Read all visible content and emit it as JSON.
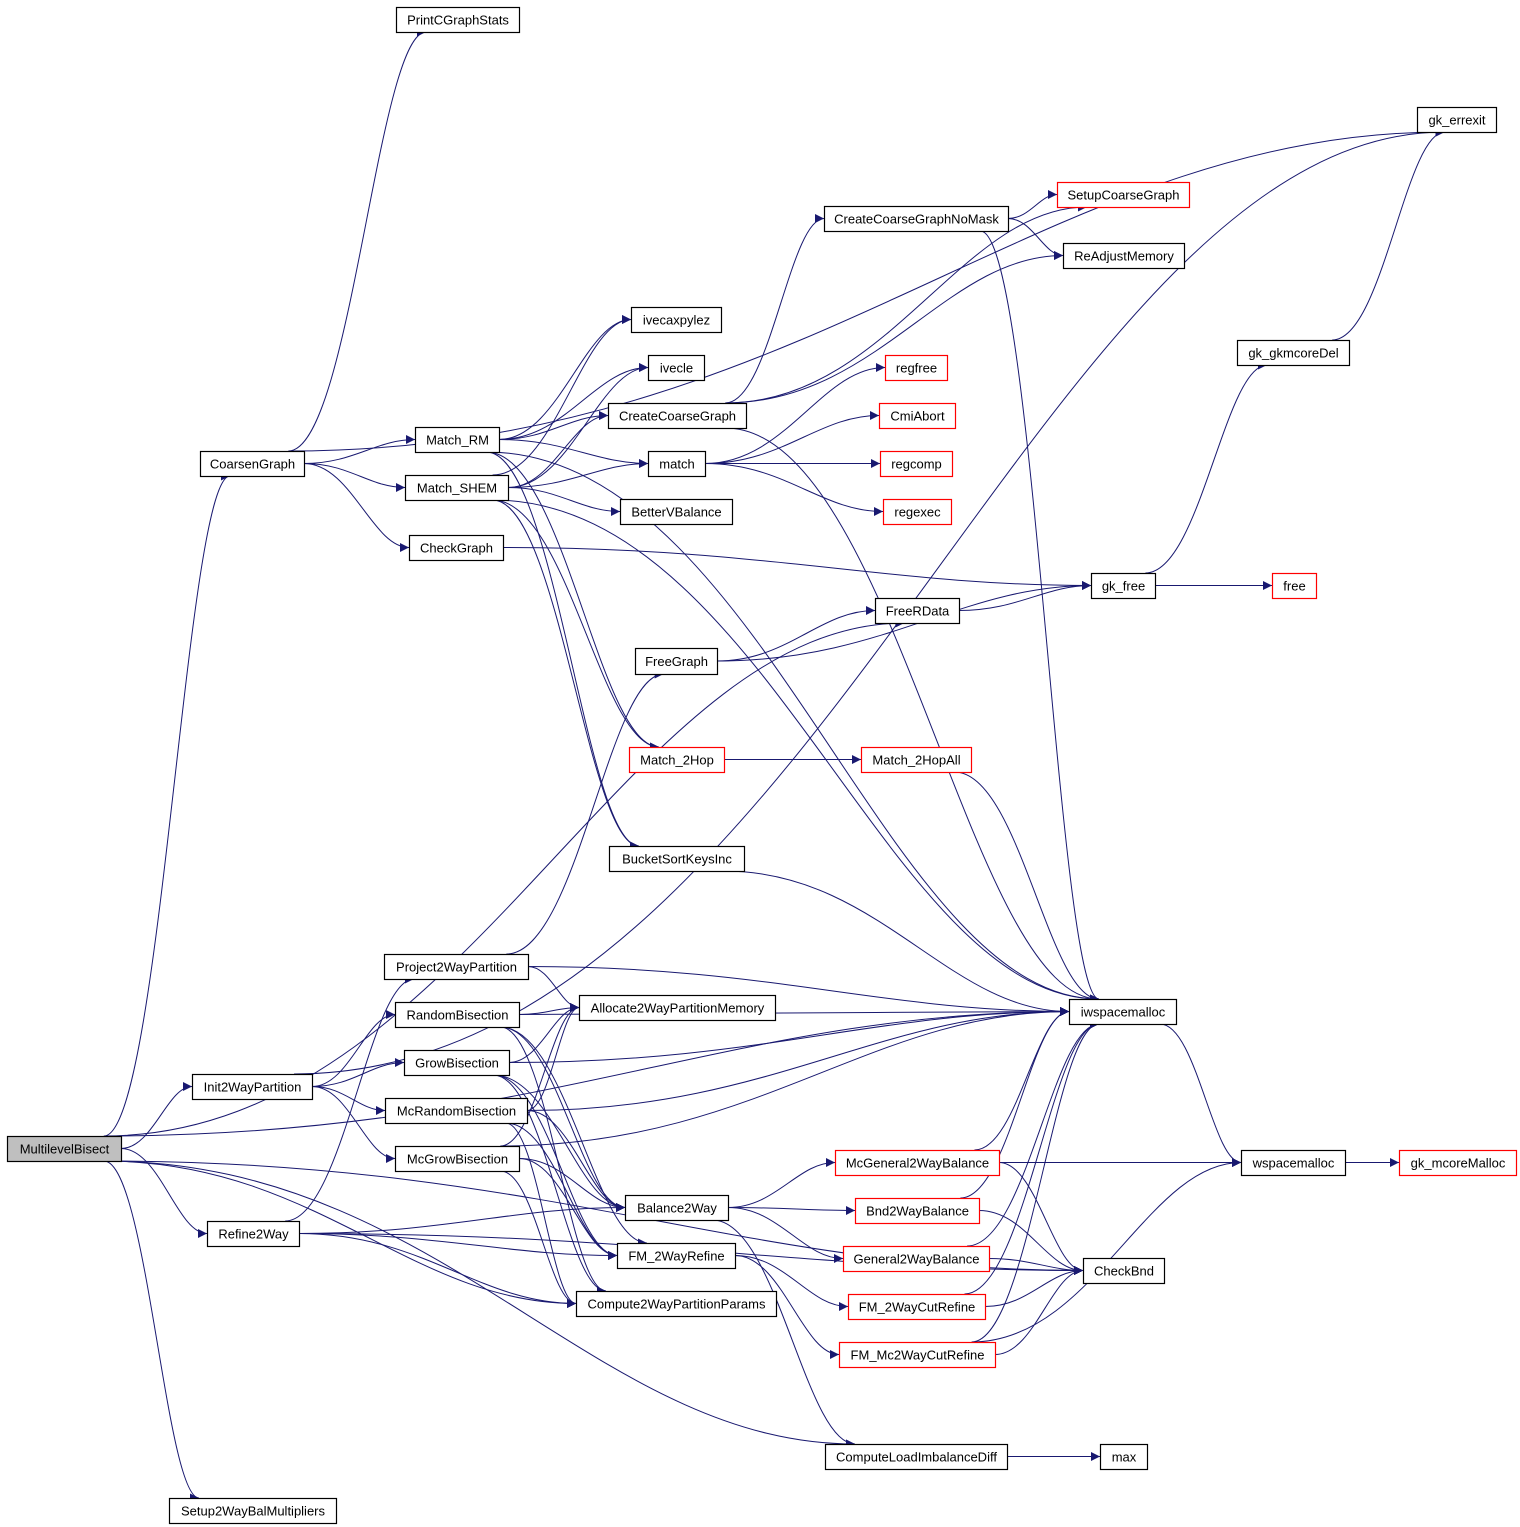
{
  "diagram": {
    "type": "call-graph",
    "root": "MultilevelBisect",
    "colors": {
      "edge": "#191970",
      "node_fill": "#ffffff",
      "node_border": "#000000",
      "root_fill": "#bfbfbf",
      "truncated_border": "#ff0000"
    },
    "nodes": [
      {
        "id": "MultilevelBisect",
        "label": "MultilevelBisect",
        "state": "root"
      },
      {
        "id": "PrintCGraphStats",
        "label": "PrintCGraphStats",
        "state": "normal"
      },
      {
        "id": "gk_errexit",
        "label": "gk_errexit",
        "state": "normal"
      },
      {
        "id": "SetupCoarseGraph",
        "label": "SetupCoarseGraph",
        "state": "truncated"
      },
      {
        "id": "CreateCoarseGraphNoMask",
        "label": "CreateCoarseGraphNoMask",
        "state": "normal"
      },
      {
        "id": "ReAdjustMemory",
        "label": "ReAdjustMemory",
        "state": "normal"
      },
      {
        "id": "ivecaxpylez",
        "label": "ivecaxpylez",
        "state": "normal"
      },
      {
        "id": "ivecle",
        "label": "ivecle",
        "state": "normal"
      },
      {
        "id": "gk_gkmcoreDel",
        "label": "gk_gkmcoreDel",
        "state": "normal"
      },
      {
        "id": "regfree",
        "label": "regfree",
        "state": "truncated"
      },
      {
        "id": "CreateCoarseGraph",
        "label": "CreateCoarseGraph",
        "state": "normal"
      },
      {
        "id": "CmiAbort",
        "label": "CmiAbort",
        "state": "truncated"
      },
      {
        "id": "Match_RM",
        "label": "Match_RM",
        "state": "normal"
      },
      {
        "id": "CoarsenGraph",
        "label": "CoarsenGraph",
        "state": "normal"
      },
      {
        "id": "match",
        "label": "match",
        "state": "normal"
      },
      {
        "id": "regcomp",
        "label": "regcomp",
        "state": "truncated"
      },
      {
        "id": "Match_SHEM",
        "label": "Match_SHEM",
        "state": "normal"
      },
      {
        "id": "BetterVBalance",
        "label": "BetterVBalance",
        "state": "normal"
      },
      {
        "id": "regexec",
        "label": "regexec",
        "state": "truncated"
      },
      {
        "id": "CheckGraph",
        "label": "CheckGraph",
        "state": "normal"
      },
      {
        "id": "gk_free",
        "label": "gk_free",
        "state": "normal"
      },
      {
        "id": "free",
        "label": "free",
        "state": "truncated"
      },
      {
        "id": "FreeRData",
        "label": "FreeRData",
        "state": "normal"
      },
      {
        "id": "FreeGraph",
        "label": "FreeGraph",
        "state": "normal"
      },
      {
        "id": "Match_2Hop",
        "label": "Match_2Hop",
        "state": "truncated"
      },
      {
        "id": "Match_2HopAll",
        "label": "Match_2HopAll",
        "state": "truncated"
      },
      {
        "id": "BucketSortKeysInc",
        "label": "BucketSortKeysInc",
        "state": "normal"
      },
      {
        "id": "Project2WayPartition",
        "label": "Project2WayPartition",
        "state": "normal"
      },
      {
        "id": "RandomBisection",
        "label": "RandomBisection",
        "state": "normal"
      },
      {
        "id": "Allocate2WayPartitionMemory",
        "label": "Allocate2WayPartitionMemory",
        "state": "normal"
      },
      {
        "id": "iwspacemalloc",
        "label": "iwspacemalloc",
        "state": "normal"
      },
      {
        "id": "GrowBisection",
        "label": "GrowBisection",
        "state": "normal"
      },
      {
        "id": "Init2WayPartition",
        "label": "Init2WayPartition",
        "state": "normal"
      },
      {
        "id": "McRandomBisection",
        "label": "McRandomBisection",
        "state": "normal"
      },
      {
        "id": "McGrowBisection",
        "label": "McGrowBisection",
        "state": "normal"
      },
      {
        "id": "McGeneral2WayBalance",
        "label": "McGeneral2WayBalance",
        "state": "truncated"
      },
      {
        "id": "wspacemalloc",
        "label": "wspacemalloc",
        "state": "normal"
      },
      {
        "id": "gk_mcoreMalloc",
        "label": "gk_mcoreMalloc",
        "state": "truncated"
      },
      {
        "id": "Balance2Way",
        "label": "Balance2Way",
        "state": "normal"
      },
      {
        "id": "Bnd2WayBalance",
        "label": "Bnd2WayBalance",
        "state": "truncated"
      },
      {
        "id": "Refine2Way",
        "label": "Refine2Way",
        "state": "normal"
      },
      {
        "id": "FM_2WayRefine",
        "label": "FM_2WayRefine",
        "state": "normal"
      },
      {
        "id": "General2WayBalance",
        "label": "General2WayBalance",
        "state": "truncated"
      },
      {
        "id": "CheckBnd",
        "label": "CheckBnd",
        "state": "normal"
      },
      {
        "id": "Compute2WayPartitionParams",
        "label": "Compute2WayPartitionParams",
        "state": "normal"
      },
      {
        "id": "FM_2WayCutRefine",
        "label": "FM_2WayCutRefine",
        "state": "truncated"
      },
      {
        "id": "FM_Mc2WayCutRefine",
        "label": "FM_Mc2WayCutRefine",
        "state": "truncated"
      },
      {
        "id": "ComputeLoadImbalanceDiff",
        "label": "ComputeLoadImbalanceDiff",
        "state": "normal"
      },
      {
        "id": "max",
        "label": "max",
        "state": "normal"
      },
      {
        "id": "Setup2WayBalMultipliers",
        "label": "Setup2WayBalMultipliers",
        "state": "normal"
      }
    ],
    "edges": [
      [
        "MultilevelBisect",
        "CoarsenGraph"
      ],
      [
        "MultilevelBisect",
        "FreeRData"
      ],
      [
        "MultilevelBisect",
        "iwspacemalloc"
      ],
      [
        "MultilevelBisect",
        "Init2WayPartition"
      ],
      [
        "MultilevelBisect",
        "Refine2Way"
      ],
      [
        "MultilevelBisect",
        "Compute2WayPartitionParams"
      ],
      [
        "MultilevelBisect",
        "CheckBnd"
      ],
      [
        "MultilevelBisect",
        "ComputeLoadImbalanceDiff"
      ],
      [
        "MultilevelBisect",
        "Setup2WayBalMultipliers"
      ],
      [
        "CoarsenGraph",
        "PrintCGraphStats"
      ],
      [
        "CoarsenGraph",
        "gk_errexit"
      ],
      [
        "CoarsenGraph",
        "Match_RM"
      ],
      [
        "CoarsenGraph",
        "Match_SHEM"
      ],
      [
        "CoarsenGraph",
        "CheckGraph"
      ],
      [
        "Match_RM",
        "ivecaxpylez"
      ],
      [
        "Match_RM",
        "ivecle"
      ],
      [
        "Match_RM",
        "CreateCoarseGraph"
      ],
      [
        "Match_RM",
        "match"
      ],
      [
        "Match_RM",
        "Match_2Hop"
      ],
      [
        "Match_RM",
        "iwspacemalloc"
      ],
      [
        "Match_RM",
        "BucketSortKeysInc"
      ],
      [
        "Match_SHEM",
        "ivecaxpylez"
      ],
      [
        "Match_SHEM",
        "ivecle"
      ],
      [
        "Match_SHEM",
        "CreateCoarseGraph"
      ],
      [
        "Match_SHEM",
        "match"
      ],
      [
        "Match_SHEM",
        "BetterVBalance"
      ],
      [
        "Match_SHEM",
        "Match_2Hop"
      ],
      [
        "Match_SHEM",
        "iwspacemalloc"
      ],
      [
        "Match_SHEM",
        "BucketSortKeysInc"
      ],
      [
        "CreateCoarseGraph",
        "SetupCoarseGraph"
      ],
      [
        "CreateCoarseGraph",
        "CreateCoarseGraphNoMask"
      ],
      [
        "CreateCoarseGraph",
        "ReAdjustMemory"
      ],
      [
        "CreateCoarseGraph",
        "iwspacemalloc"
      ],
      [
        "CreateCoarseGraphNoMask",
        "SetupCoarseGraph"
      ],
      [
        "CreateCoarseGraphNoMask",
        "ReAdjustMemory"
      ],
      [
        "CreateCoarseGraphNoMask",
        "iwspacemalloc"
      ],
      [
        "match",
        "regfree"
      ],
      [
        "match",
        "CmiAbort"
      ],
      [
        "match",
        "regcomp"
      ],
      [
        "match",
        "regexec"
      ],
      [
        "CheckGraph",
        "gk_free"
      ],
      [
        "gk_free",
        "gk_gkmcoreDel"
      ],
      [
        "gk_free",
        "free"
      ],
      [
        "gk_gkmcoreDel",
        "gk_errexit"
      ],
      [
        "FreeRData",
        "gk_free"
      ],
      [
        "FreeGraph",
        "FreeRData"
      ],
      [
        "FreeGraph",
        "gk_free"
      ],
      [
        "Match_2Hop",
        "Match_2HopAll"
      ],
      [
        "Match_2HopAll",
        "iwspacemalloc"
      ],
      [
        "BucketSortKeysInc",
        "iwspacemalloc"
      ],
      [
        "Init2WayPartition",
        "gk_errexit"
      ],
      [
        "Init2WayPartition",
        "RandomBisection"
      ],
      [
        "Init2WayPartition",
        "GrowBisection"
      ],
      [
        "Init2WayPartition",
        "McRandomBisection"
      ],
      [
        "Init2WayPartition",
        "McGrowBisection"
      ],
      [
        "Refine2Way",
        "Project2WayPartition"
      ],
      [
        "Refine2Way",
        "Balance2Way"
      ],
      [
        "Refine2Way",
        "FM_2WayRefine"
      ],
      [
        "Refine2Way",
        "Compute2WayPartitionParams"
      ],
      [
        "Refine2Way",
        "CheckBnd"
      ],
      [
        "Project2WayPartition",
        "FreeGraph"
      ],
      [
        "Project2WayPartition",
        "Allocate2WayPartitionMemory"
      ],
      [
        "Project2WayPartition",
        "iwspacemalloc"
      ],
      [
        "RandomBisection",
        "Allocate2WayPartitionMemory"
      ],
      [
        "RandomBisection",
        "iwspacemalloc"
      ],
      [
        "RandomBisection",
        "Balance2Way"
      ],
      [
        "RandomBisection",
        "FM_2WayRefine"
      ],
      [
        "RandomBisection",
        "Compute2WayPartitionParams"
      ],
      [
        "GrowBisection",
        "Allocate2WayPartitionMemory"
      ],
      [
        "GrowBisection",
        "iwspacemalloc"
      ],
      [
        "GrowBisection",
        "Balance2Way"
      ],
      [
        "GrowBisection",
        "FM_2WayRefine"
      ],
      [
        "GrowBisection",
        "Compute2WayPartitionParams"
      ],
      [
        "McRandomBisection",
        "Allocate2WayPartitionMemory"
      ],
      [
        "McRandomBisection",
        "iwspacemalloc"
      ],
      [
        "McRandomBisection",
        "Balance2Way"
      ],
      [
        "McRandomBisection",
        "FM_2WayRefine"
      ],
      [
        "McRandomBisection",
        "Compute2WayPartitionParams"
      ],
      [
        "McGrowBisection",
        "Allocate2WayPartitionMemory"
      ],
      [
        "McGrowBisection",
        "iwspacemalloc"
      ],
      [
        "McGrowBisection",
        "Balance2Way"
      ],
      [
        "McGrowBisection",
        "FM_2WayRefine"
      ],
      [
        "McGrowBisection",
        "Compute2WayPartitionParams"
      ],
      [
        "Balance2Way",
        "McGeneral2WayBalance"
      ],
      [
        "Balance2Way",
        "Bnd2WayBalance"
      ],
      [
        "Balance2Way",
        "General2WayBalance"
      ],
      [
        "Balance2Way",
        "ComputeLoadImbalanceDiff"
      ],
      [
        "FM_2WayRefine",
        "FM_2WayCutRefine"
      ],
      [
        "FM_2WayRefine",
        "FM_Mc2WayCutRefine"
      ],
      [
        "McGeneral2WayBalance",
        "iwspacemalloc"
      ],
      [
        "McGeneral2WayBalance",
        "wspacemalloc"
      ],
      [
        "McGeneral2WayBalance",
        "CheckBnd"
      ],
      [
        "Bnd2WayBalance",
        "iwspacemalloc"
      ],
      [
        "Bnd2WayBalance",
        "CheckBnd"
      ],
      [
        "General2WayBalance",
        "iwspacemalloc"
      ],
      [
        "General2WayBalance",
        "CheckBnd"
      ],
      [
        "FM_2WayCutRefine",
        "iwspacemalloc"
      ],
      [
        "FM_2WayCutRefine",
        "CheckBnd"
      ],
      [
        "FM_Mc2WayCutRefine",
        "iwspacemalloc"
      ],
      [
        "FM_Mc2WayCutRefine",
        "wspacemalloc"
      ],
      [
        "FM_Mc2WayCutRefine",
        "CheckBnd"
      ],
      [
        "iwspacemalloc",
        "wspacemalloc"
      ],
      [
        "wspacemalloc",
        "gk_mcoreMalloc"
      ],
      [
        "ComputeLoadImbalanceDiff",
        "max"
      ]
    ]
  }
}
